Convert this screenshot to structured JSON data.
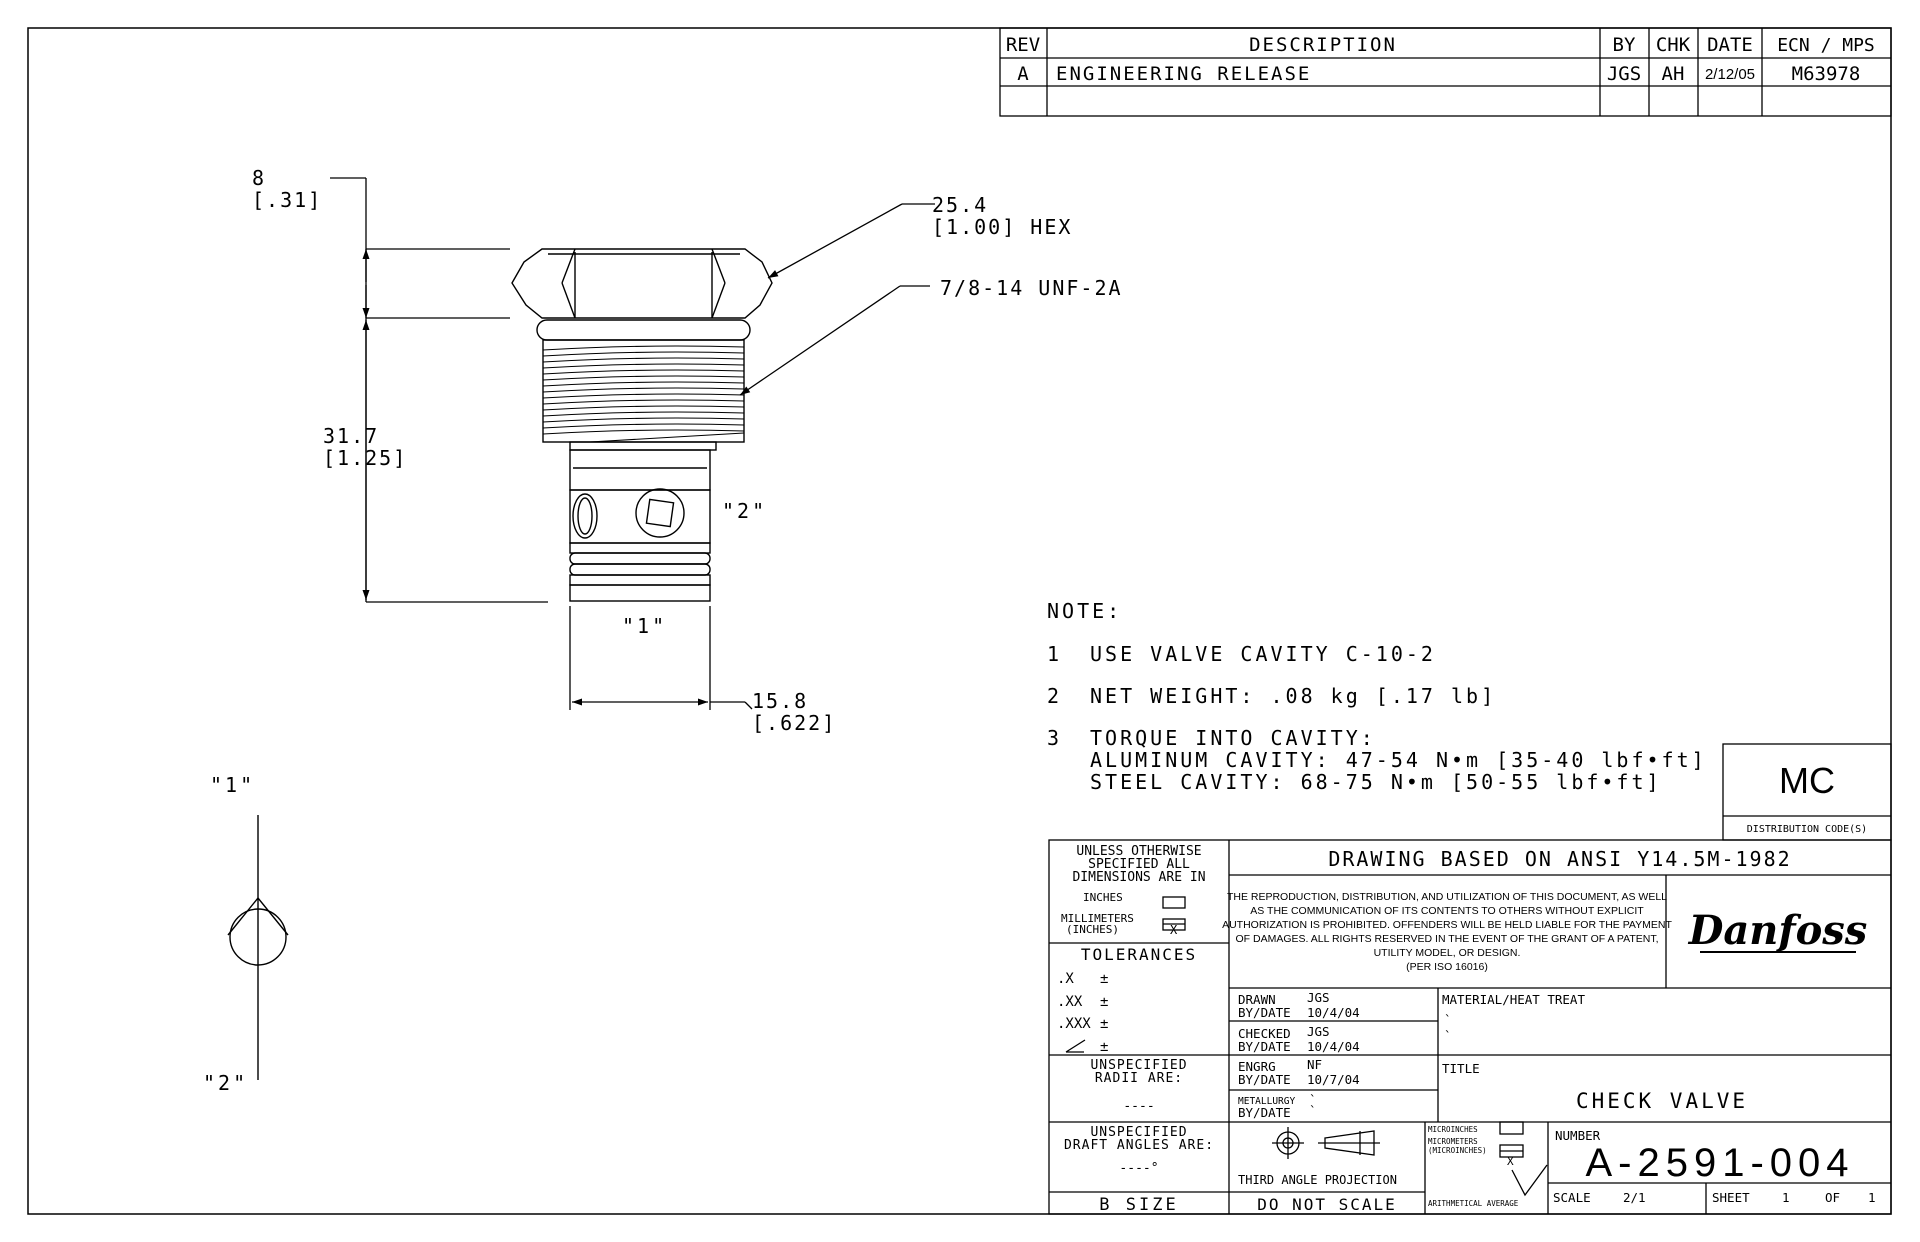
{
  "revision_table": {
    "headers": {
      "rev": "REV",
      "description": "DESCRIPTION",
      "by": "BY",
      "chk": "CHK",
      "date": "DATE",
      "ecn": "ECN / MPS"
    },
    "rows": [
      {
        "rev": "A",
        "description": "ENGINEERING RELEASE",
        "by": "JGS",
        "chk": "AH",
        "date": "2/12/05",
        "ecn": "M63978"
      }
    ]
  },
  "dimensions": {
    "hex_height_mm": "8",
    "hex_height_in": "[.31]",
    "length_mm": "31.7",
    "length_in": "[1.25]",
    "hex_size_mm": "25.4",
    "hex_size_in": "[1.00] HEX",
    "thread": "7/8-14 UNF-2A",
    "port2": "\"2\"",
    "port1": "\"1\"",
    "nose_dia_mm": "15.8",
    "nose_dia_in": "[.622]"
  },
  "schematic": {
    "port1": "\"1\"",
    "port2": "\"2\""
  },
  "notes": {
    "heading": "NOTE:",
    "n1_num": "1",
    "n1_text": "USE VALVE CAVITY C-10-2",
    "n2_num": "2",
    "n2_text": "NET WEIGHT: .08 kg [.17 lb]",
    "n3_num": "3",
    "n3_l1": "TORQUE INTO CAVITY:",
    "n3_l2": "ALUMINUM CAVITY: 47-54 N•m [35-40 lbf•ft]",
    "n3_l3": "STEEL CAVITY: 68-75 N•m [50-55 lbf•ft]"
  },
  "distribution": {
    "code": "MC",
    "label": "DISTRIBUTION CODE(S)"
  },
  "title_block": {
    "unless_l1": "UNLESS OTHERWISE",
    "unless_l2": "SPECIFIED ALL",
    "unless_l3": "DIMENSIONS ARE IN",
    "inches": "INCHES",
    "millimeters": "MILLIMETERS",
    "mm_inches": "(INCHES)",
    "tolerances": "TOLERANCES",
    "tol_x": ".X",
    "tol_xx": ".XX",
    "tol_xxx": ".XXX",
    "pm": "±",
    "radii_l1": "UNSPECIFIED",
    "radii_l2": "RADII ARE:",
    "radii_val": "----",
    "draft_l1": "UNSPECIFIED",
    "draft_l2": "DRAFT ANGLES ARE:",
    "draft_val": "----°",
    "size": "B SIZE",
    "ansi": "DRAWING BASED ON ANSI Y14.5M-1982",
    "legal": [
      "THE REPRODUCTION, DISTRIBUTION, AND UTILIZATION OF THIS DOCUMENT, AS WELL",
      "AS THE COMMUNICATION OF ITS CONTENTS TO OTHERS WITHOUT EXPLICIT",
      "AUTHORIZATION IS PROHIBITED. OFFENDERS WILL BE HELD LIABLE FOR THE PAYMENT",
      "OF DAMAGES. ALL RIGHTS RESERVED IN THE EVENT OF THE GRANT OF A PATENT,",
      "UTILITY MODEL, OR DESIGN.",
      "(PER ISO 16016)"
    ],
    "logo": "Danfoss",
    "drawn_label": "DRAWN",
    "drawn_by": "JGS",
    "by_date_label": "BY/DATE",
    "drawn_date": "10/4/04",
    "checked_label": "CHECKED",
    "checked_by": "JGS",
    "checked_date": "10/4/04",
    "engrg_label": "ENGRG",
    "engrg_by": "NF",
    "engrg_date": "10/7/04",
    "metallurgy_label": "METALLURGY",
    "metallurgy_by": "`",
    "metallurgy_date_label": "BY/DATE",
    "metallurgy_date": "`",
    "material_label": "MATERIAL/HEAT TREAT",
    "material_l1": "`",
    "material_l2": "`",
    "title_label": "TITLE",
    "title": "CHECK VALVE",
    "projection": "THIRD ANGLE PROJECTION",
    "do_not_scale": "DO NOT SCALE",
    "microinches": "MICROINCHES",
    "micrometers": "MICROMETERS",
    "micro_paren": "(MICROINCHES)",
    "finish_x": "X",
    "arith": "ARITHMETICAL AVERAGE",
    "number_label": "NUMBER",
    "number": "A-2591-004",
    "scale_label": "SCALE",
    "scale": "2/1",
    "sheet_label": "SHEET",
    "sheet": "1",
    "of_label": "OF",
    "of": "1"
  }
}
